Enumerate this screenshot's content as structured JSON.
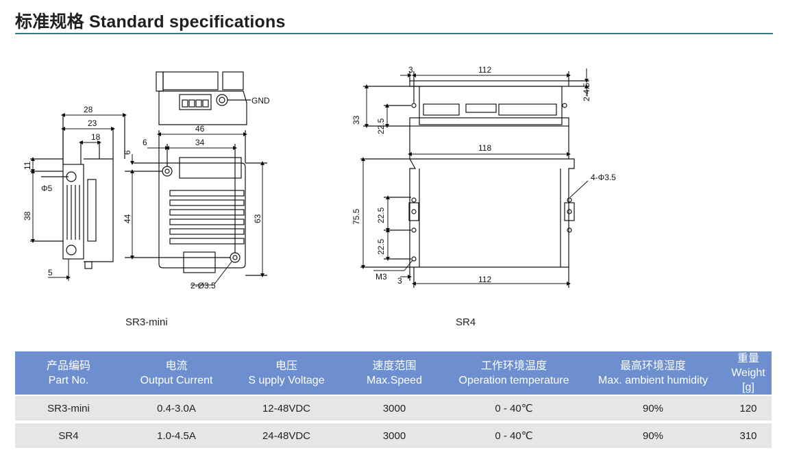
{
  "header": {
    "title": "标准规格 Standard specifications"
  },
  "drawings": {
    "sr3mini": {
      "caption": "SR3-mini",
      "dims": {
        "d28": "28",
        "d23": "23",
        "d18": "18",
        "d11": "11",
        "d38": "38",
        "phi5": "Φ5",
        "d5": "5",
        "gnd": "GND",
        "d46": "46",
        "d6": "6",
        "d6v": "6",
        "d34": "34",
        "d44": "44",
        "d63": "63",
        "holes": "2-Ø3.5"
      }
    },
    "sr4": {
      "caption": "SR4",
      "dims": {
        "d3": "3",
        "d112": "112",
        "d24_5": "2-4.5",
        "d33": "33",
        "d22_5": "22.5",
        "d118": "118",
        "d75_5": "75.5",
        "d22_5b": "22.5",
        "d22_5c": "22.5",
        "holes": "4-Φ3.5",
        "m3": "M3",
        "d3b": "3",
        "d112b": "112"
      }
    }
  },
  "spec_table": {
    "headers": [
      {
        "zh": "产品编码",
        "en": "Part No."
      },
      {
        "zh": "电流",
        "en": "Output Current"
      },
      {
        "zh": "电压",
        "en": "S upply Voltage"
      },
      {
        "zh": "速度范围",
        "en": "Max.Speed"
      },
      {
        "zh": "工作环境温度",
        "en": "Operation temperature"
      },
      {
        "zh": "最高环境湿度",
        "en": "Max. ambient humidity"
      },
      {
        "zh": "重量 Weight",
        "en": "[g]"
      }
    ],
    "rows": [
      [
        "SR3-mini",
        "0.4-3.0A",
        "12-48VDC",
        "3000",
        "0 - 40℃",
        "90%",
        "120"
      ],
      [
        "SR4",
        "1.0-4.5A",
        "24-48VDC",
        "3000",
        "0 - 40℃",
        "90%",
        "310"
      ]
    ]
  }
}
